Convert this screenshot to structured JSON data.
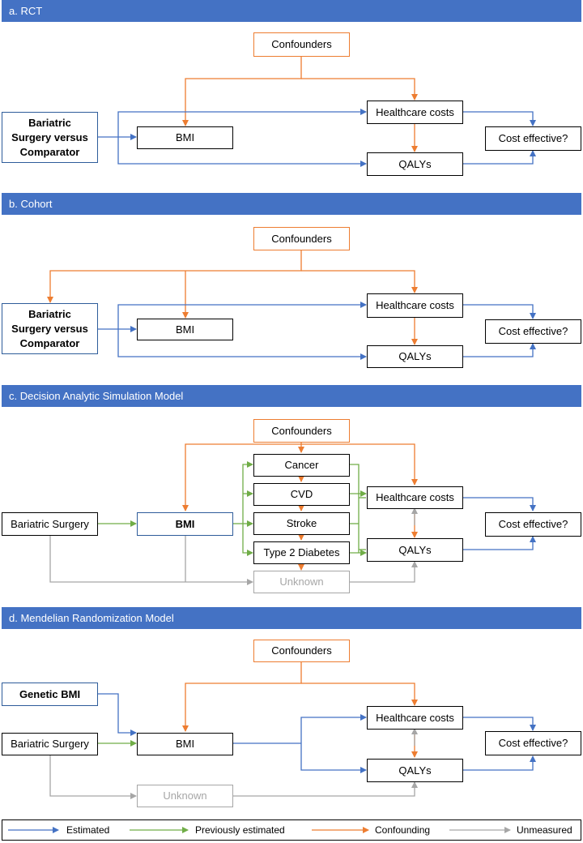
{
  "panels": {
    "a": {
      "title": "a. RCT",
      "confounders": "Confounders",
      "intervention": "Bariatric Surgery versus Comparator",
      "bmi": "BMI",
      "costs": "Healthcare costs",
      "qalys": "QALYs",
      "outcome": "Cost effective?"
    },
    "b": {
      "title": "b. Cohort",
      "confounders": "Confounders",
      "intervention": "Bariatric Surgery versus Comparator",
      "bmi": "BMI",
      "costs": "Healthcare costs",
      "qalys": "QALYs",
      "outcome": "Cost effective?"
    },
    "c": {
      "title": "c. Decision Analytic Simulation Model",
      "confounders": "Confounders",
      "intervention": "Bariatric Surgery",
      "bmi": "BMI",
      "cancer": "Cancer",
      "cvd": "CVD",
      "stroke": "Stroke",
      "t2d": "Type 2 Diabetes",
      "unknown": "Unknown",
      "costs": "Healthcare costs",
      "qalys": "QALYs",
      "outcome": "Cost effective?"
    },
    "d": {
      "title": "d. Mendelian Randomization Model",
      "confounders": "Confounders",
      "genetic": "Genetic BMI",
      "intervention": "Bariatric Surgery",
      "bmi": "BMI",
      "unknown": "Unknown",
      "costs": "Healthcare costs",
      "qalys": "QALYs",
      "outcome": "Cost effective?"
    }
  },
  "legend": {
    "estimated": "Estimated",
    "previously": "Previously estimated",
    "confounding": "Confounding",
    "unmeasured": "Unmeasured"
  },
  "colors": {
    "estimated": "#4472c4",
    "previously": "#70ad47",
    "confounding": "#ed7d31",
    "unmeasured": "#a6a6a6",
    "header": "#4472c4"
  }
}
